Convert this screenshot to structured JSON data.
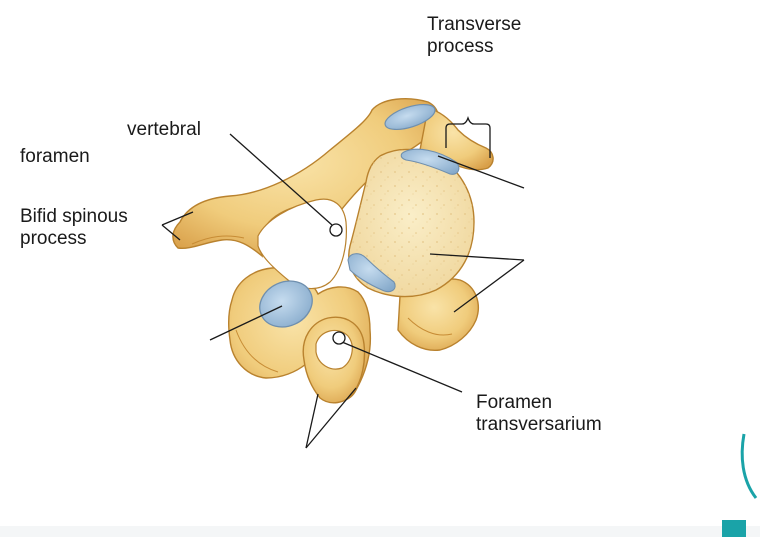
{
  "labels": {
    "transverse_process": "Transverse\nprocess",
    "vertebral": "vertebral",
    "foramen": "foramen",
    "bifid_spinous_process": "Bifid spinous\nprocess",
    "foramen_transversarium": "Foramen\ntransversarium"
  },
  "colors": {
    "bone_fill": "#f2d28a",
    "bone_shadow": "#d8a24a",
    "bone_outline": "#b9822e",
    "body_face": "#f7e7b6",
    "cartilage": "#9fc1e0",
    "cartilage_edge": "#6f8fae",
    "leader_line": "#1a1a1a",
    "accent_teal": "#1aa3a8"
  }
}
